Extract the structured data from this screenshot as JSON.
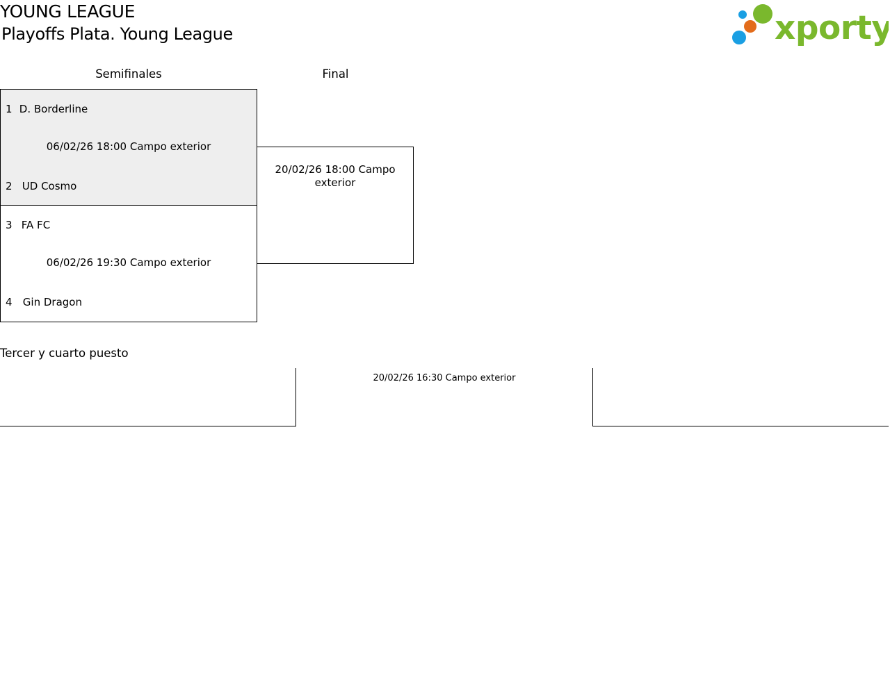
{
  "header": {
    "league": "YOUNG LEAGUE",
    "subtitle": "Playoffs Plata. Young League",
    "logo_text": "xporty",
    "logo_colors": {
      "green": "#7ab82d",
      "orange": "#e36c1b",
      "blue": "#1a9fe3"
    }
  },
  "rounds": {
    "semis": "Semifinales",
    "final": "Final"
  },
  "semifinals": [
    {
      "home_seed": "1",
      "home_team": "D. Borderline",
      "info": "06/02/26 18:00 Campo exterior",
      "away_seed": "2",
      "away_team": "UD Cosmo",
      "highlight": "#eeeeee"
    },
    {
      "home_seed": "3",
      "home_team": "FA FC",
      "info": "06/02/26 19:30 Campo exterior",
      "away_seed": "4",
      "away_team": "Gin Dragon"
    }
  ],
  "final": {
    "info": "20/02/26 18:00 Campo exterior"
  },
  "third_place": {
    "title": "Tercer y cuarto puesto",
    "info": "20/02/26 16:30 Campo exterior"
  }
}
